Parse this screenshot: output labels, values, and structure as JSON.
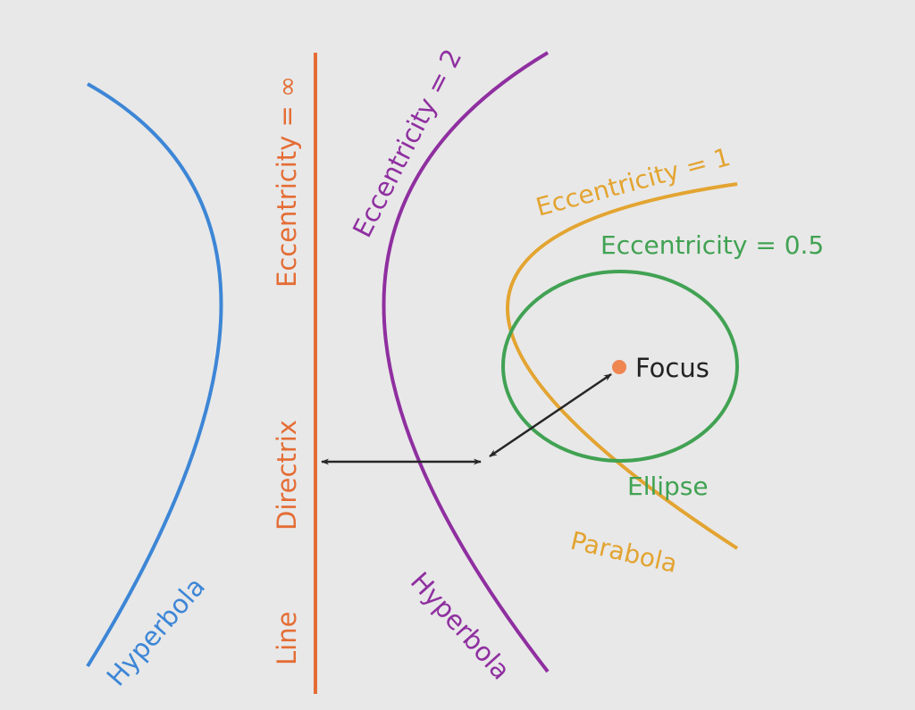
{
  "colors": {
    "background": "#e8e8e8",
    "hyperbola_left": "#3d86d6",
    "directrix": "#e46d35",
    "hyperbola_right": "#8f2fa0",
    "parabola": "#e3a431",
    "ellipse": "#41a253",
    "focus": "#ef8551",
    "arrows": "#262626",
    "text_dark": "#222222"
  },
  "labels": {
    "hyperbola_left": "Hyperbola",
    "line": "Line",
    "directrix": "Directrix",
    "ecc_inf": "Eccentricity = ∞",
    "ecc_2": "Eccentricity = 2",
    "hyperbola_right": "Hyperbola",
    "ecc_1": "Eccentricity = 1",
    "ecc_05": "Eccentricity = 0.5",
    "focus": "Focus",
    "ellipse": "Ellipse",
    "parabola": "Parabola"
  }
}
